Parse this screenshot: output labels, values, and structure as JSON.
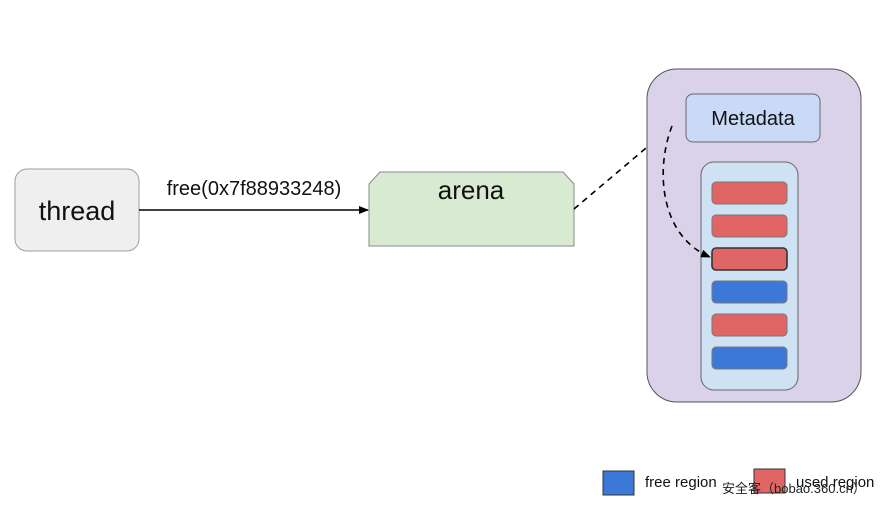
{
  "thread": {
    "label": "thread"
  },
  "call": {
    "label": "free(0x7f88933248)"
  },
  "arena": {
    "label": "arena"
  },
  "heap": {
    "metadata_label": "Metadata",
    "regions": [
      {
        "kind": "used"
      },
      {
        "kind": "used"
      },
      {
        "kind": "used",
        "highlighted": true
      },
      {
        "kind": "free"
      },
      {
        "kind": "used"
      },
      {
        "kind": "free"
      }
    ]
  },
  "legend": {
    "free_label": "free region",
    "used_label": "used region"
  },
  "watermark": {
    "text": "安全客（bobao.360.cn）"
  },
  "colors": {
    "free": "#3c78d8",
    "used": "#e06666",
    "heap_bg": "#d9d2e9",
    "inner_bg": "#cfe2f3",
    "metadata_bg": "#c9daf8",
    "arena_bg": "#d9ead3",
    "thread_bg": "#efefef"
  }
}
